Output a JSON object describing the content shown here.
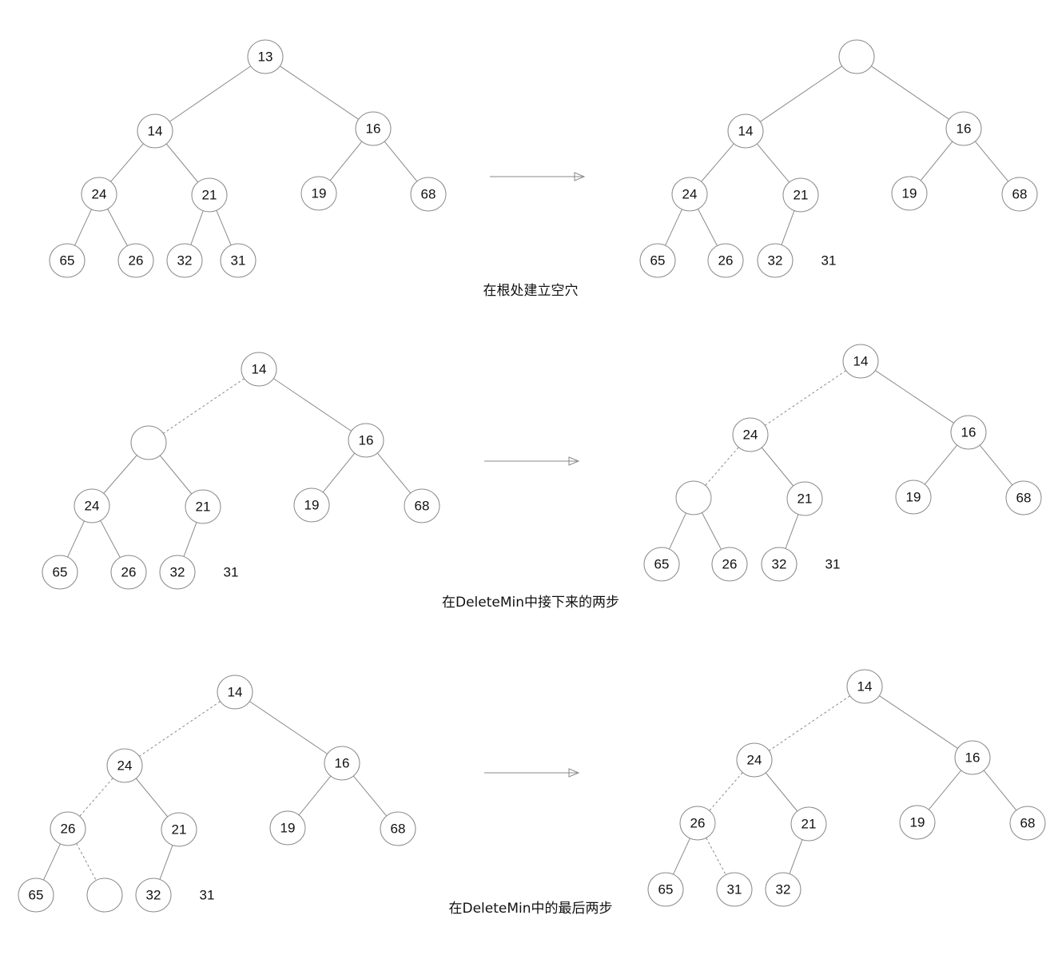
{
  "captions": {
    "row1": "在根处建立空穴",
    "row2": "在DeleteMin中接下来的两步",
    "row3": "在DeleteMin中的最后两步"
  },
  "diagrams": [
    {
      "id": "r1-before",
      "nodes": [
        {
          "label": "13"
        },
        {
          "label": "14"
        },
        {
          "label": "16"
        },
        {
          "label": "24"
        },
        {
          "label": "21"
        },
        {
          "label": "19"
        },
        {
          "label": "68"
        },
        {
          "label": "65"
        },
        {
          "label": "26"
        },
        {
          "label": "32"
        },
        {
          "label": "31"
        }
      ],
      "edges": [
        [
          0,
          1
        ],
        [
          0,
          2
        ],
        [
          1,
          3
        ],
        [
          1,
          4
        ],
        [
          2,
          5
        ],
        [
          2,
          6
        ],
        [
          3,
          7
        ],
        [
          3,
          8
        ],
        [
          4,
          9
        ],
        [
          4,
          10
        ]
      ],
      "dashed": []
    },
    {
      "id": "r1-after",
      "nodes": [
        {
          "label": ""
        },
        {
          "label": "14"
        },
        {
          "label": "16"
        },
        {
          "label": "24"
        },
        {
          "label": "21"
        },
        {
          "label": "19"
        },
        {
          "label": "68"
        },
        {
          "label": "65"
        },
        {
          "label": "26"
        },
        {
          "label": "32"
        },
        {
          "label": "31",
          "free": true
        }
      ],
      "edges": [
        [
          0,
          1
        ],
        [
          0,
          2
        ],
        [
          1,
          3
        ],
        [
          1,
          4
        ],
        [
          2,
          5
        ],
        [
          2,
          6
        ],
        [
          3,
          7
        ],
        [
          3,
          8
        ],
        [
          4,
          9
        ]
      ],
      "dashed": []
    },
    {
      "id": "r2-before",
      "nodes": [
        {
          "label": "14"
        },
        {
          "label": ""
        },
        {
          "label": "16"
        },
        {
          "label": "24"
        },
        {
          "label": "21"
        },
        {
          "label": "19"
        },
        {
          "label": "68"
        },
        {
          "label": "65"
        },
        {
          "label": "26"
        },
        {
          "label": "32"
        },
        {
          "label": "31",
          "free": true
        }
      ],
      "edges": [
        [
          0,
          2
        ],
        [
          1,
          3
        ],
        [
          1,
          4
        ],
        [
          2,
          5
        ],
        [
          2,
          6
        ],
        [
          3,
          7
        ],
        [
          3,
          8
        ],
        [
          4,
          9
        ]
      ],
      "dashed": [
        [
          0,
          1
        ]
      ]
    },
    {
      "id": "r2-after",
      "nodes": [
        {
          "label": "14"
        },
        {
          "label": "24"
        },
        {
          "label": "16"
        },
        {
          "label": ""
        },
        {
          "label": "21"
        },
        {
          "label": "19"
        },
        {
          "label": "68"
        },
        {
          "label": "65"
        },
        {
          "label": "26"
        },
        {
          "label": "32"
        },
        {
          "label": "31",
          "free": true
        }
      ],
      "edges": [
        [
          0,
          2
        ],
        [
          1,
          4
        ],
        [
          2,
          5
        ],
        [
          2,
          6
        ],
        [
          3,
          7
        ],
        [
          3,
          8
        ],
        [
          4,
          9
        ]
      ],
      "dashed": [
        [
          0,
          1
        ],
        [
          1,
          3
        ]
      ]
    },
    {
      "id": "r3-before",
      "nodes": [
        {
          "label": "14"
        },
        {
          "label": "24"
        },
        {
          "label": "16"
        },
        {
          "label": "26"
        },
        {
          "label": "21"
        },
        {
          "label": "19"
        },
        {
          "label": "68"
        },
        {
          "label": "65"
        },
        {
          "label": ""
        },
        {
          "label": "32"
        },
        {
          "label": "31",
          "free": true
        }
      ],
      "edges": [
        [
          0,
          2
        ],
        [
          1,
          4
        ],
        [
          2,
          5
        ],
        [
          2,
          6
        ],
        [
          3,
          7
        ],
        [
          4,
          9
        ]
      ],
      "dashed": [
        [
          0,
          1
        ],
        [
          1,
          3
        ],
        [
          3,
          8
        ]
      ]
    },
    {
      "id": "r3-after",
      "nodes": [
        {
          "label": "14"
        },
        {
          "label": "24"
        },
        {
          "label": "16"
        },
        {
          "label": "26"
        },
        {
          "label": "21"
        },
        {
          "label": "19"
        },
        {
          "label": "68"
        },
        {
          "label": "65"
        },
        {
          "label": "31"
        },
        {
          "label": "32"
        }
      ],
      "edges": [
        [
          0,
          2
        ],
        [
          1,
          4
        ],
        [
          2,
          5
        ],
        [
          2,
          6
        ],
        [
          3,
          7
        ],
        [
          4,
          9
        ]
      ],
      "dashed": [
        [
          0,
          1
        ],
        [
          1,
          3
        ],
        [
          3,
          8
        ]
      ]
    }
  ]
}
